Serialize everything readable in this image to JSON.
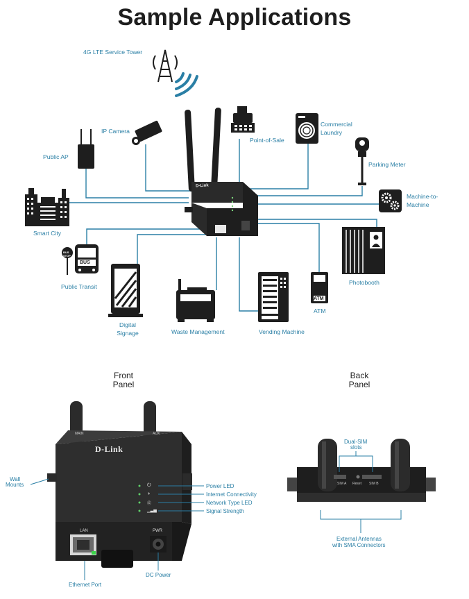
{
  "title": "Sample Applications",
  "labels": {
    "tower": "4G LTE Service Tower",
    "ip_camera": "IP Camera",
    "pos": "Point-of-Sale",
    "laundry_l1": "Commercial",
    "laundry_l2": "Laundry",
    "public_ap": "Public AP",
    "parking": "Parking Meter",
    "m2m_l1": "Machine-to-",
    "m2m_l2": "Machine",
    "smart_city": "Smart City",
    "public_transit": "Public Transit",
    "photobooth": "Photobooth",
    "atm": "ATM",
    "signage_l1": "Digital",
    "signage_l2": "Signage",
    "waste": "Waste Management",
    "vending": "Vending Machine"
  },
  "front": {
    "header_l1": "Front",
    "header_l2": "Panel",
    "brand": "D-Link",
    "main": "MAIN",
    "aux": "AUX",
    "lan": "LAN",
    "pwr": "PWR",
    "wall_l1": "Wall",
    "wall_l2": "Mounts",
    "power_led": "Power LED",
    "internet": "Internet Connectivity",
    "network": "Network Type LED",
    "signal": "Signal Strength",
    "ethernet": "Ethernet Port",
    "dc_power": "DC Power"
  },
  "back": {
    "header_l1": "Back",
    "header_l2": "Panel",
    "dual_l1": "Dual-SIM",
    "dual_l2": "slots",
    "sim_a": "SIM A",
    "reset": "Reset",
    "sim_b": "SIM B",
    "ant_l1": "External Antennas",
    "ant_l2": "with SMA Connectors"
  },
  "colors": {
    "accent": "#2a7fa5",
    "icon": "#1e1e1e"
  }
}
